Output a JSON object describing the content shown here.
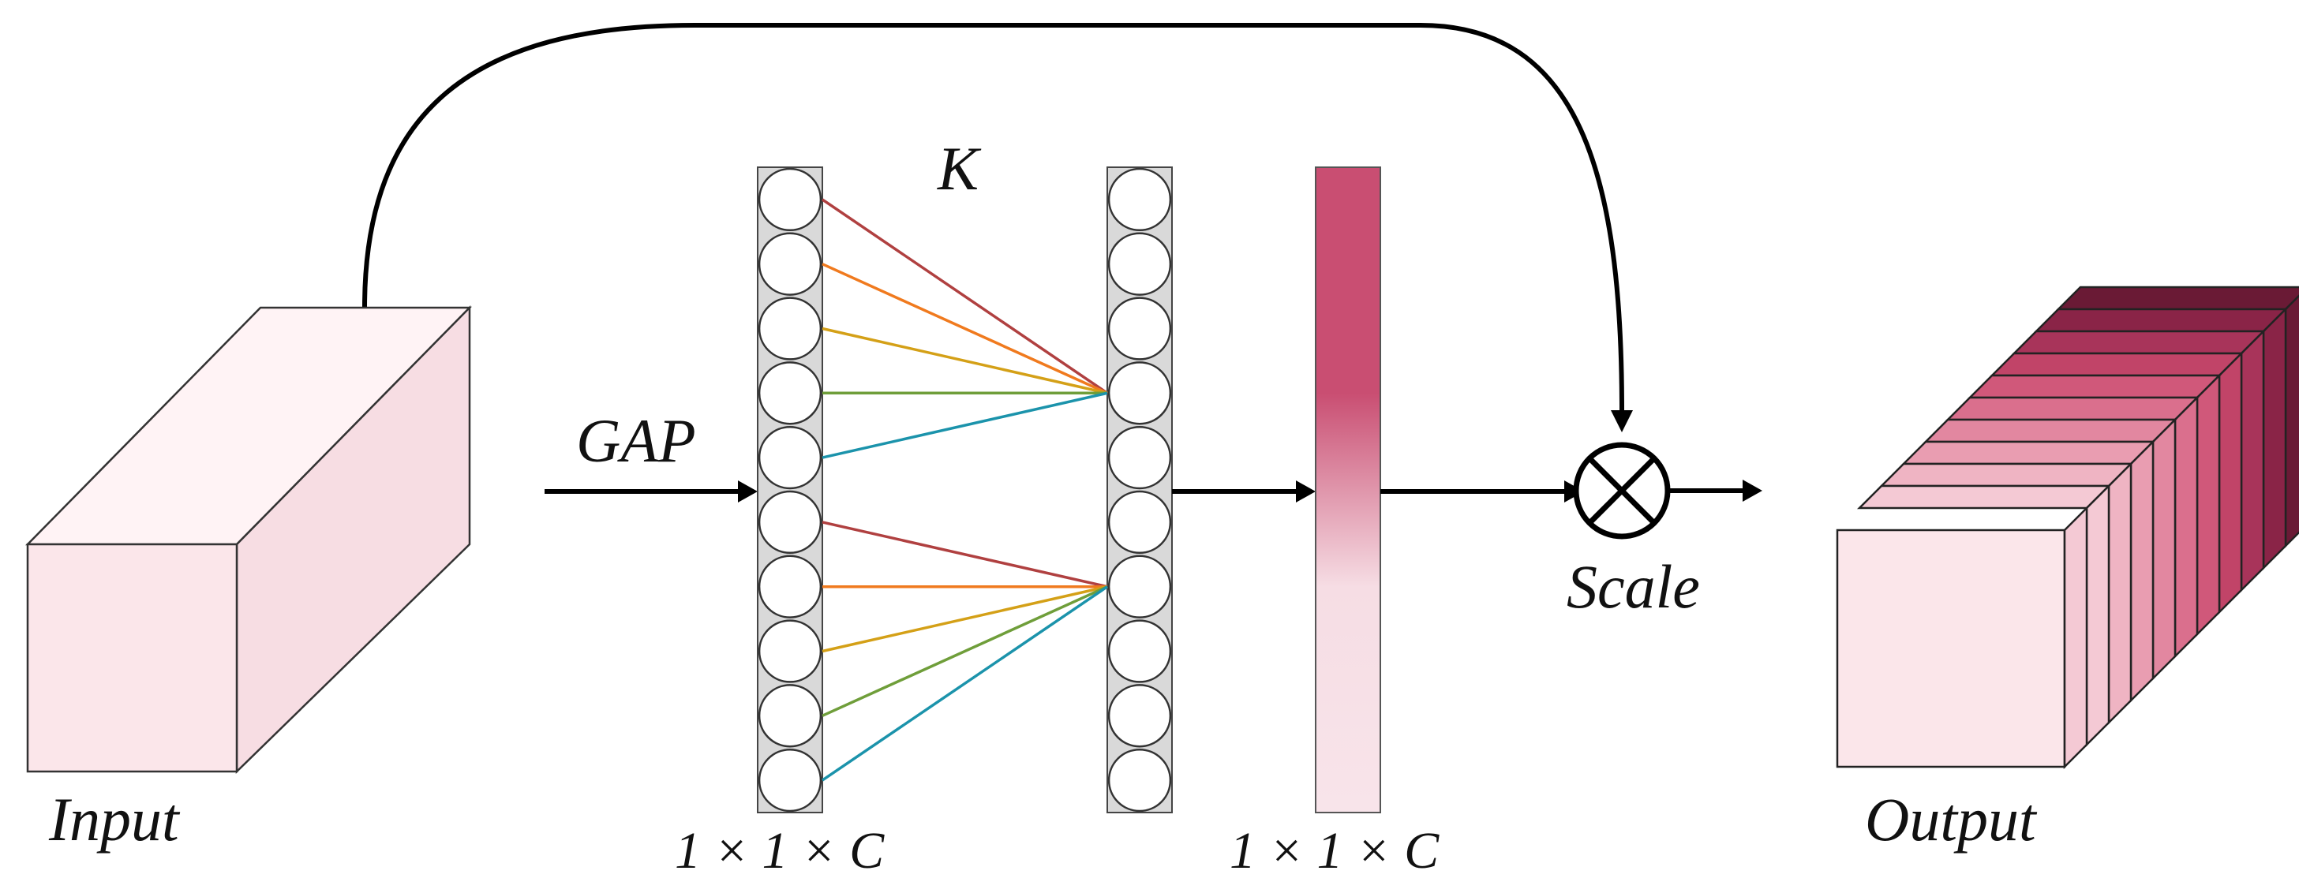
{
  "labels": {
    "input": "Input",
    "gap": "GAP",
    "kernel": "K",
    "dim_left": "1 × 1 × C",
    "dim_right": "1 × 1 × C",
    "scale": "Scale",
    "output": "Output"
  },
  "nodes": {
    "left_column_count": 10,
    "right_column_count": 10
  },
  "connections": {
    "kernel_size": 5,
    "targets": [
      3,
      6
    ],
    "line_colors": [
      "#b04040",
      "#f07a1e",
      "#d4a017",
      "#6f9e3a",
      "#1b93ab",
      "#9467bd"
    ]
  },
  "colors": {
    "input_front": "#fbe6ea",
    "input_top": "#fff3f5",
    "input_side": "#f7dde3",
    "attention_top": "#c94e72",
    "attention_bottom": "#f8e4ea",
    "node_column_fill": "#d9d9d9",
    "output_slices": [
      "#fbe6ea",
      "#f4c9d4",
      "#efb4c3",
      "#e99db1",
      "#e287a0",
      "#da6f8d",
      "#d0587a",
      "#c14468",
      "#a8345a",
      "#8a2447",
      "#6a1a35"
    ]
  },
  "icons": {
    "multiply": "circle-times-icon",
    "arrow": "arrow-right-icon"
  }
}
